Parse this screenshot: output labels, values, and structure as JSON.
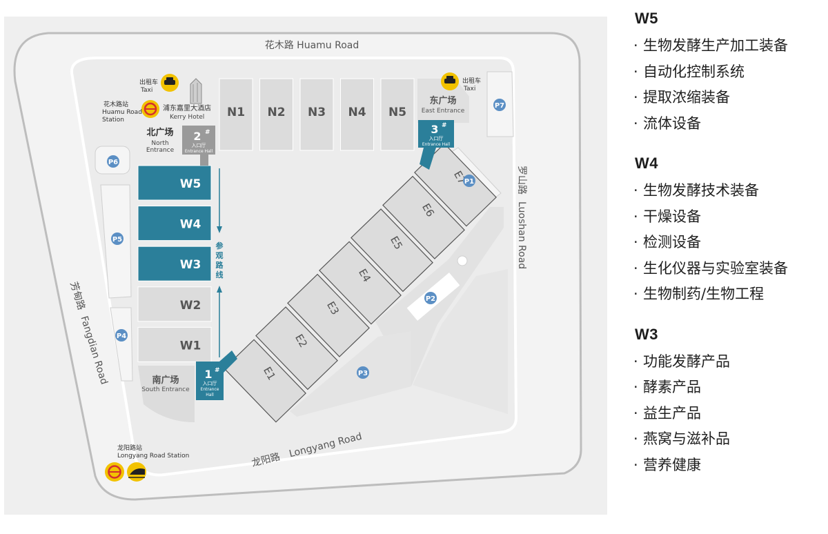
{
  "roads": {
    "north": "花木路  Huamu Road",
    "east_cn": "罗山路",
    "east_en": "Luoshan Road",
    "west_cn": "芳甸路",
    "west_en": "Fangdian Road",
    "south_cn": "龙阳路",
    "south_en": "Longyang Road"
  },
  "halls": {
    "north": [
      "N1",
      "N2",
      "N3",
      "N4",
      "N5"
    ],
    "west": [
      "W5",
      "W4",
      "W3",
      "W2",
      "W1"
    ],
    "east": [
      "E7",
      "E6",
      "E5",
      "E4",
      "E3",
      "E2",
      "E1"
    ]
  },
  "entrances": {
    "north": {
      "plaza_cn": "北广场",
      "plaza_en_1": "North",
      "plaza_en_2": "Entrance",
      "num": "2",
      "sup": "#",
      "hall_cn": "入口厅",
      "hall_en": "Entrance Hall"
    },
    "east": {
      "plaza_cn": "东广场",
      "plaza_en": "East Entrance",
      "num": "3",
      "sup": "#",
      "hall_cn": "入口厅",
      "hall_en": "Entrance Hall"
    },
    "south": {
      "plaza_cn": "南广场",
      "plaza_en": "South Entrance",
      "num": "1",
      "sup": "#",
      "hall_cn": "入口厅",
      "hall_en_1": "Entrance",
      "hall_en_2": "Hall"
    }
  },
  "parking": [
    "P1",
    "P2",
    "P3",
    "P4",
    "P5",
    "P6",
    "P7"
  ],
  "route_label": [
    "参",
    "观",
    "路",
    "线"
  ],
  "landmarks": {
    "taxi_cn": "出租车",
    "taxi_en": "Taxi",
    "huamu_station_cn": "花木路站",
    "huamu_station_en_1": "Huamu Road",
    "huamu_station_en_2": "Station",
    "kerry_cn": "浦东嘉里大酒店",
    "kerry_en": "Kerry Hotel",
    "longyang_station_cn": "龙阳路站",
    "longyang_station_en": "Longyang Road Station"
  },
  "colors": {
    "highlight_hall": "#2b7f9a",
    "entrance": "#2b7f9a",
    "hall": "#dcdcdc",
    "parking_badge": "#5b8fc4",
    "map_bg": "#efefef",
    "metro_badge": "#f2c200"
  },
  "icons": [
    "taxi-icon",
    "metro-icon",
    "hotel-icon",
    "maglev-icon"
  ],
  "legend": [
    {
      "title": "W5",
      "items": [
        "生物发酵生产加工装备",
        "自动化控制系统",
        "提取浓缩装备",
        "流体设备"
      ]
    },
    {
      "title": "W4",
      "items": [
        "生物发酵技术装备",
        "干燥设备",
        "检测设备",
        "生化仪器与实验室装备",
        "生物制药/生物工程"
      ]
    },
    {
      "title": "W3",
      "items": [
        "功能发酵产品",
        "酵素产品",
        "益生产品",
        "燕窝与滋补品",
        "营养健康"
      ]
    }
  ],
  "legend_bullet": "·"
}
